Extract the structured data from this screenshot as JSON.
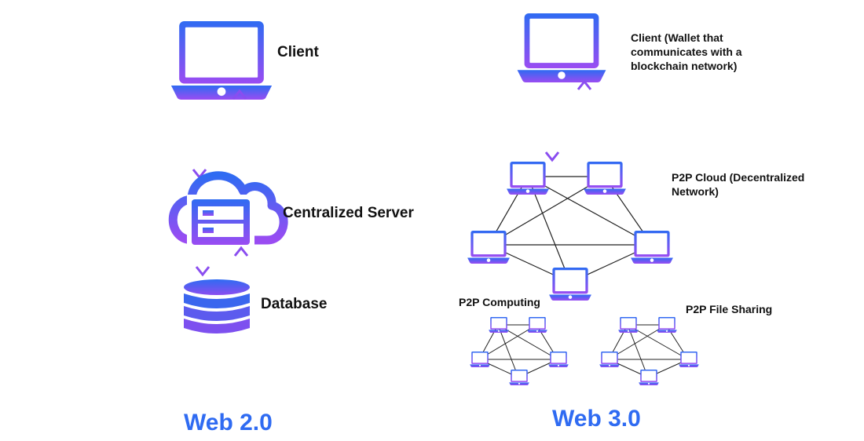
{
  "colors": {
    "gradient_top": "#2f6bf2",
    "gradient_bottom": "#9a4cf2",
    "arrow_blue": "#2a66f0",
    "arrow_purple": "#8a4df0",
    "line": "#222222",
    "title": "#2f6bf2"
  },
  "web2": {
    "client_label": "Client",
    "server_label": "Centralized Server",
    "database_label": "Database",
    "title": "Web 2.0"
  },
  "web3": {
    "client_label_lines": [
      "Client (Wallet that",
      "communicates with a",
      "blockchain network)"
    ],
    "cloud_label_lines": [
      "P2P Cloud (Decentralized",
      "Network)"
    ],
    "computing_label": "P2P Computing",
    "file_sharing_label": "P2P File Sharing",
    "title": "Web 3.0"
  },
  "icons": {
    "client": "laptop-icon",
    "server": "cloud-server-icon",
    "database": "database-icon",
    "node": "laptop-icon"
  }
}
